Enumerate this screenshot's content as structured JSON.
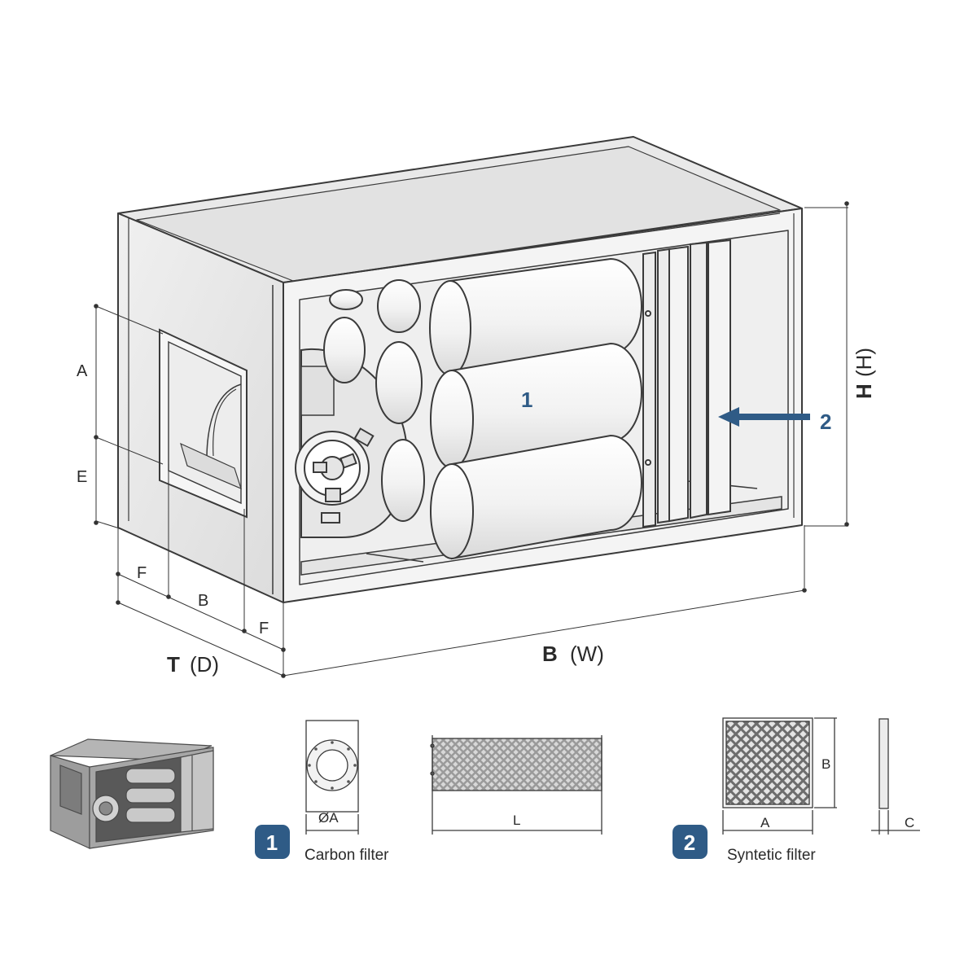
{
  "diagram": {
    "callout_carbon": "1",
    "callout_synthetic": "2",
    "dim_height_code": "H",
    "dim_height_paren": "(H)",
    "dim_width_code": "B",
    "dim_width_paren": "(W)",
    "dim_depth_code": "T",
    "dim_depth_paren": "(D)",
    "dim_a": "A",
    "dim_e": "E",
    "dim_f_top": "F",
    "dim_b": "B",
    "dim_f_bottom": "F"
  },
  "legend": {
    "carbon": {
      "number": "1",
      "label": "Carbon filter",
      "dim_diameter": "ØA",
      "dim_length": "L"
    },
    "synthetic": {
      "number": "2",
      "label": "Syntetic filter",
      "dim_a": "A",
      "dim_b": "B",
      "dim_c": "C"
    }
  },
  "colors": {
    "accent": "#2f5b86",
    "line": "#3a3a3a",
    "panel": "#e6e6e6"
  }
}
